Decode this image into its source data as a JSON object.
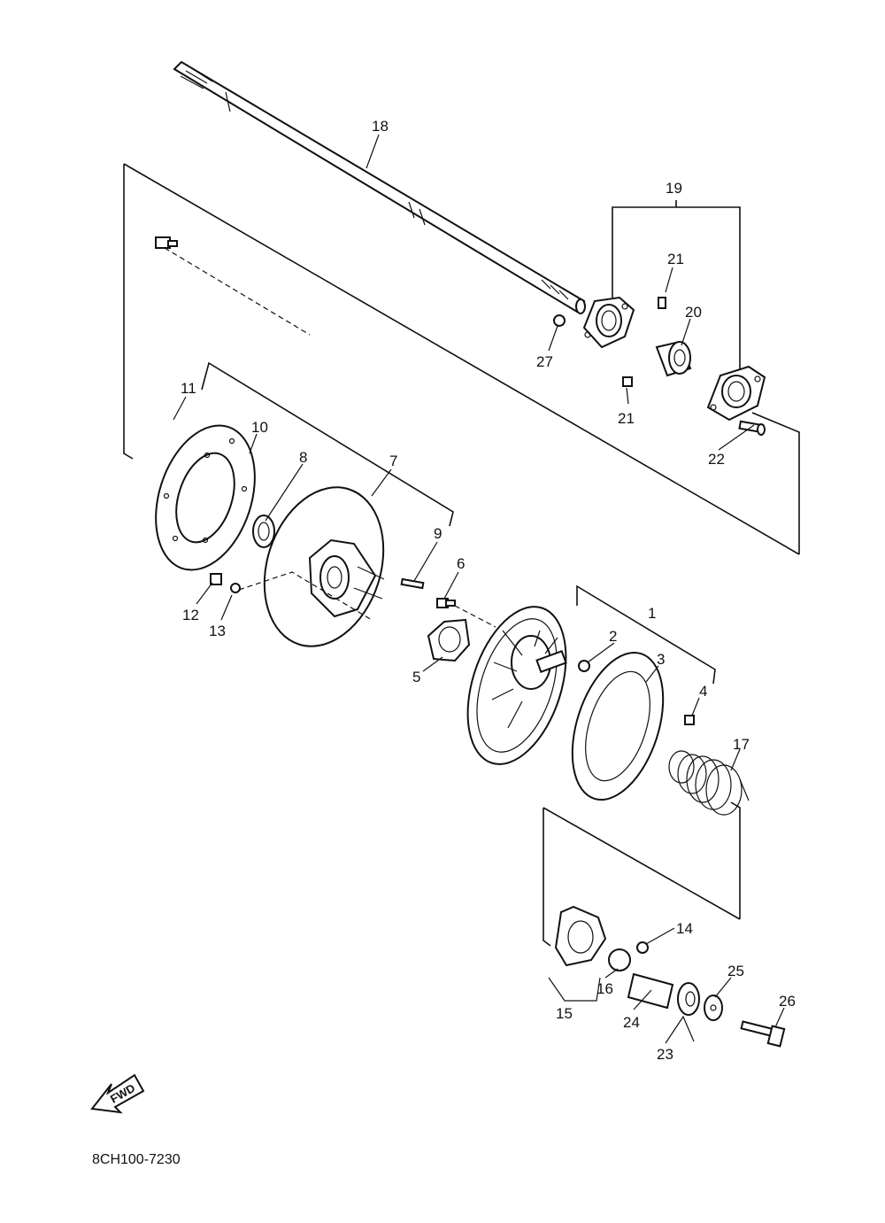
{
  "diagram": {
    "callouts": [
      {
        "id": "c1",
        "label": "1"
      },
      {
        "id": "c2",
        "label": "2"
      },
      {
        "id": "c3",
        "label": "3"
      },
      {
        "id": "c4",
        "label": "4"
      },
      {
        "id": "c5",
        "label": "5"
      },
      {
        "id": "c6",
        "label": "6"
      },
      {
        "id": "c7",
        "label": "7"
      },
      {
        "id": "c8",
        "label": "8"
      },
      {
        "id": "c9",
        "label": "9"
      },
      {
        "id": "c10",
        "label": "10"
      },
      {
        "id": "c11",
        "label": "11"
      },
      {
        "id": "c12",
        "label": "12"
      },
      {
        "id": "c13",
        "label": "13"
      },
      {
        "id": "c14",
        "label": "14"
      },
      {
        "id": "c15",
        "label": "15"
      },
      {
        "id": "c16",
        "label": "16"
      },
      {
        "id": "c17",
        "label": "17"
      },
      {
        "id": "c18",
        "label": "18"
      },
      {
        "id": "c19",
        "label": "19"
      },
      {
        "id": "c20",
        "label": "20"
      },
      {
        "id": "c21a",
        "label": "21"
      },
      {
        "id": "c21b",
        "label": "21"
      },
      {
        "id": "c22",
        "label": "22"
      },
      {
        "id": "c23",
        "label": "23"
      },
      {
        "id": "c24",
        "label": "24"
      },
      {
        "id": "c25",
        "label": "25"
      },
      {
        "id": "c26",
        "label": "26"
      },
      {
        "id": "c27",
        "label": "27"
      }
    ],
    "fwd_label": "FWD",
    "drawing_code": "8CH100-7230"
  }
}
